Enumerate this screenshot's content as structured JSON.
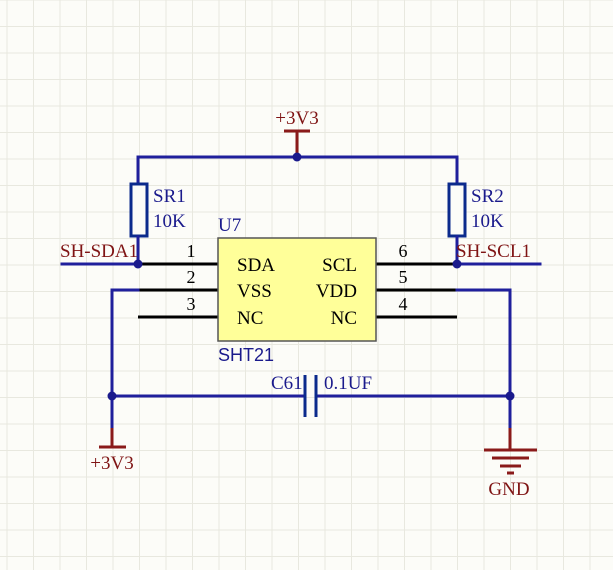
{
  "colors": {
    "background": "#fcfcf8",
    "wire": "#1f1f9c",
    "net_label": "#7f1414",
    "ic_fill": "#ffff99"
  },
  "power": {
    "top_label": "+3V3",
    "bottom_left_label": "+3V3",
    "ground_label": "GND"
  },
  "resistors": {
    "sr1": {
      "designator": "SR1",
      "value": "10K"
    },
    "sr2": {
      "designator": "SR2",
      "value": "10K"
    }
  },
  "capacitor": {
    "designator": "C61",
    "value": "0.1UF"
  },
  "ic": {
    "designator": "U7",
    "part": "SHT21",
    "pins": [
      {
        "num": "1",
        "name": "SDA"
      },
      {
        "num": "2",
        "name": "VSS"
      },
      {
        "num": "3",
        "name": "NC"
      },
      {
        "num": "4",
        "name": "NC"
      },
      {
        "num": "5",
        "name": "VDD"
      },
      {
        "num": "6",
        "name": "SCL"
      }
    ]
  },
  "nets": {
    "sda": "SH-SDA1",
    "scl": "SH-SCL1"
  }
}
